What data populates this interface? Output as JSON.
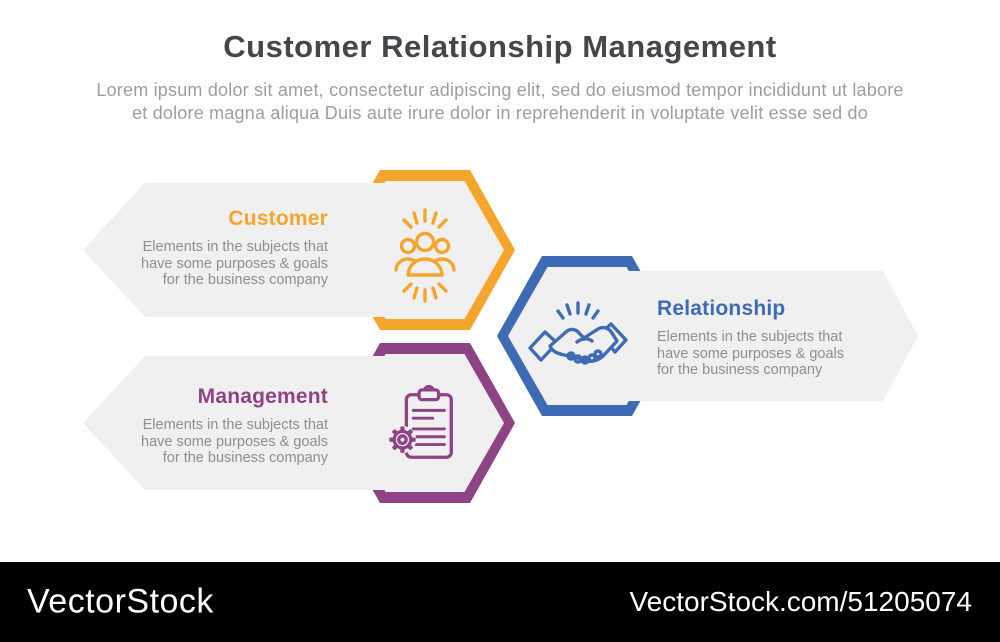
{
  "header": {
    "title": "Customer Relationship Management",
    "subtitle": "Lorem ipsum dolor sit amet, consectetur adipiscing elit, sed do eiusmod tempor incididunt ut labore\net dolore magna aliqua Duis aute irure dolor in reprehenderit in voluptate velit esse sed do"
  },
  "items": [
    {
      "title": "Customer",
      "description": "Elements in the subjects that\nhave  some purposes & goals\nfor the  business company",
      "accent_color": "#F5A42C",
      "icon": "customers-group-icon"
    },
    {
      "title": "Relationship",
      "description": "Elements in the subjects that\nhave  some purposes & goals\nfor the  business company",
      "accent_color": "#3E6BB4",
      "icon": "handshake-icon"
    },
    {
      "title": "Management",
      "description": "Elements in the subjects that\nhave  some purposes & goals\nfor the  business company",
      "accent_color": "#8E4385",
      "icon": "clipboard-gear-icon"
    }
  ],
  "watermark": {
    "logo_text": "VectorStock",
    "url_text": "VectorStock.com/51205074",
    "bar_color": "#000000",
    "text_color": "#FFFFFF"
  },
  "colors": {
    "panel_gray": "#F0F0F1",
    "heading": "#43474C",
    "subtitle_gray": "#9B9EA1",
    "description_gray": "#8E8E93"
  }
}
